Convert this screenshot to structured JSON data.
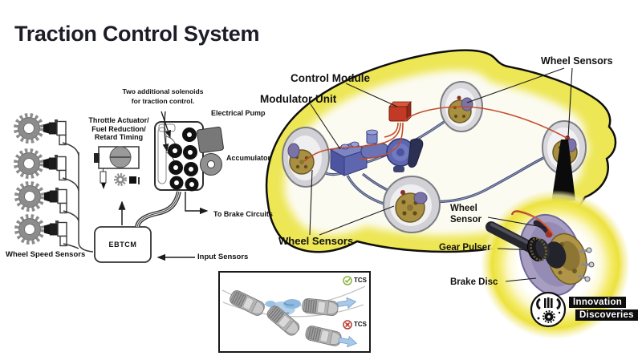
{
  "title": "Traction Control System",
  "schematic": {
    "solenoid_note": [
      "Two additional solenoids",
      "for traction control."
    ],
    "throttle": [
      "Throttle Actuator/",
      "Fuel Reduction/",
      "Retard Timing"
    ],
    "electrical_pump": "Electrical Pump",
    "accumulator": "Accumulator",
    "to_brake_circuits": "To Brake Circuits",
    "ebtcm": "EBTCM",
    "wheel_speed_sensors": "Wheel Speed Sensors",
    "input_sensors": "Input Sensors"
  },
  "car": {
    "control_module": "Control Module",
    "modulator_unit": "Modulator Unit",
    "wheel_sensors_rear": "Wheel Sensors",
    "wheel_sensors_front": "Wheel Sensors"
  },
  "detail": {
    "wheel_sensor": [
      "Wheel",
      "Sensor"
    ],
    "gear_pulser": "Gear Pulser",
    "brake_disc": "Brake Disc"
  },
  "inset": {
    "tcs_on": "TCS",
    "tcs_off": "TCS"
  },
  "logo": {
    "line1": "Innovation",
    "line2": "Discoveries"
  },
  "colors": {
    "car_yellow": "#ede655",
    "module_red": "#c23a26",
    "component_blue": "#5d66ae",
    "brake_line": "#3e4a70",
    "wire_red": "#c24d2e",
    "tcs_on_green": "#8ab33c",
    "tcs_off_red": "#b5392f"
  }
}
